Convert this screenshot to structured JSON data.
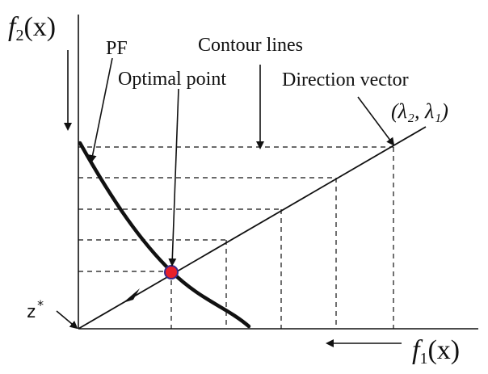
{
  "axes": {
    "y_label_main": "f",
    "y_label_sub": "2",
    "y_label_arg": "(x)",
    "x_label_main": "f",
    "x_label_sub": "1",
    "x_label_arg": "(x)"
  },
  "labels": {
    "pf": "PF",
    "contour_lines": "Contour lines",
    "optimal_point": "Optimal point",
    "direction_vector": "Direction vector",
    "lambda_point": "(λ₂, λ₁)",
    "z_star": "z",
    "z_star_sup": "*"
  },
  "colors": {
    "line": "#111111",
    "optimal_point_fill": "#e8202a",
    "optimal_point_stroke": "#3a2a8a"
  }
}
